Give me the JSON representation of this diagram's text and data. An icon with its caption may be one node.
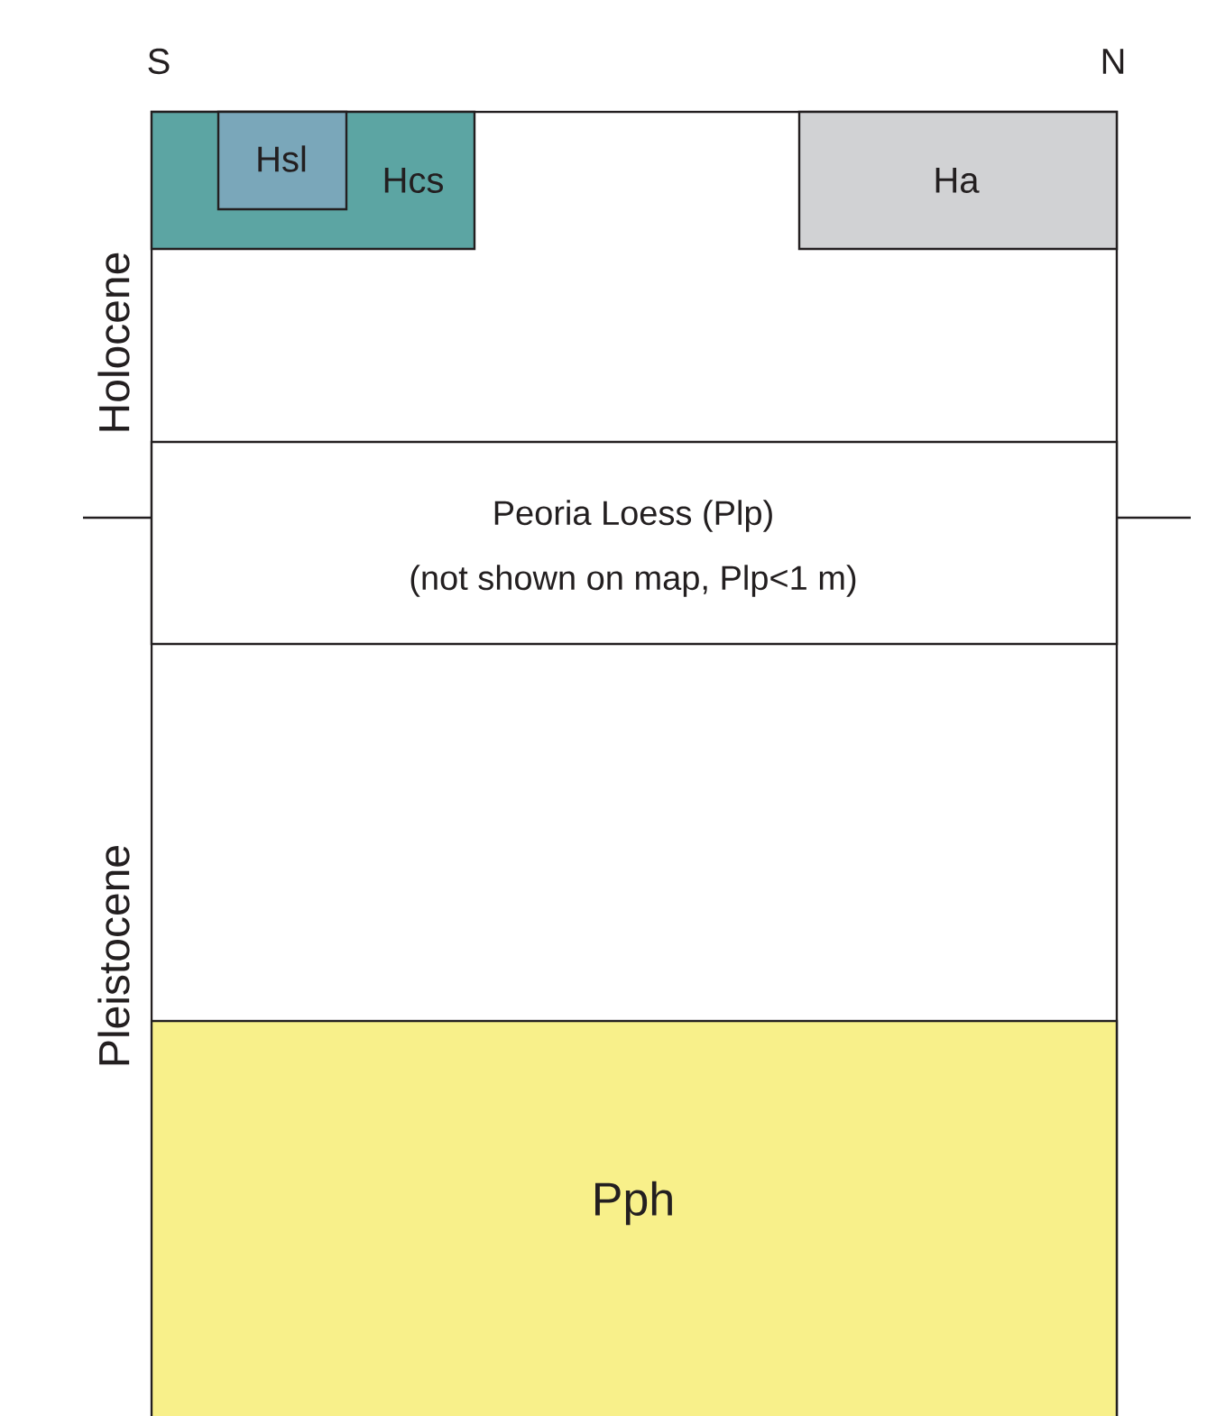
{
  "diagram": {
    "nodes": [
      {
        "text": [],
        "shape": "box"
      },
      {
        "text": [
          "Hcs"
        ],
        "in": 0
      },
      {
        "text": [
          "Hsl"
        ],
        "in": 1
      },
      {
        "text": [
          "Ha"
        ],
        "in": 0
      },
      {
        "text": [
          "Peoria Loess (Plp)",
          "(not shown on map, Plp<1 m)"
        ],
        "in": 0
      },
      {
        "text": [
          "Pph"
        ],
        "in": 0
      }
    ],
    "labels": [
      "S",
      "N",
      "Holocene",
      "Pleistocene"
    ]
  }
}
